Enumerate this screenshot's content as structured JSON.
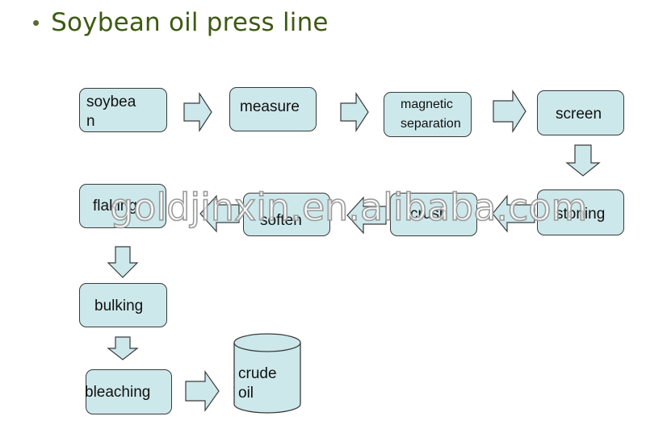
{
  "title": "Soybean oil press line",
  "bullet": "•",
  "steps": {
    "soybean": "soybea\nn",
    "measure": "measure",
    "magnetic": "magnetic\nseparation",
    "screen": "screen",
    "stoning": "stoning",
    "crush": "crush",
    "soften": "soften",
    "flaking": "flaking",
    "bulking": "bulking",
    "bleaching": "bleaching",
    "crude_oil": "crude\noil"
  },
  "watermark": "goldjinxin.en.alibaba.com",
  "colors": {
    "box_fill": "#cde8eb",
    "title": "#3d5a12",
    "outline": "#3a3a3a"
  }
}
